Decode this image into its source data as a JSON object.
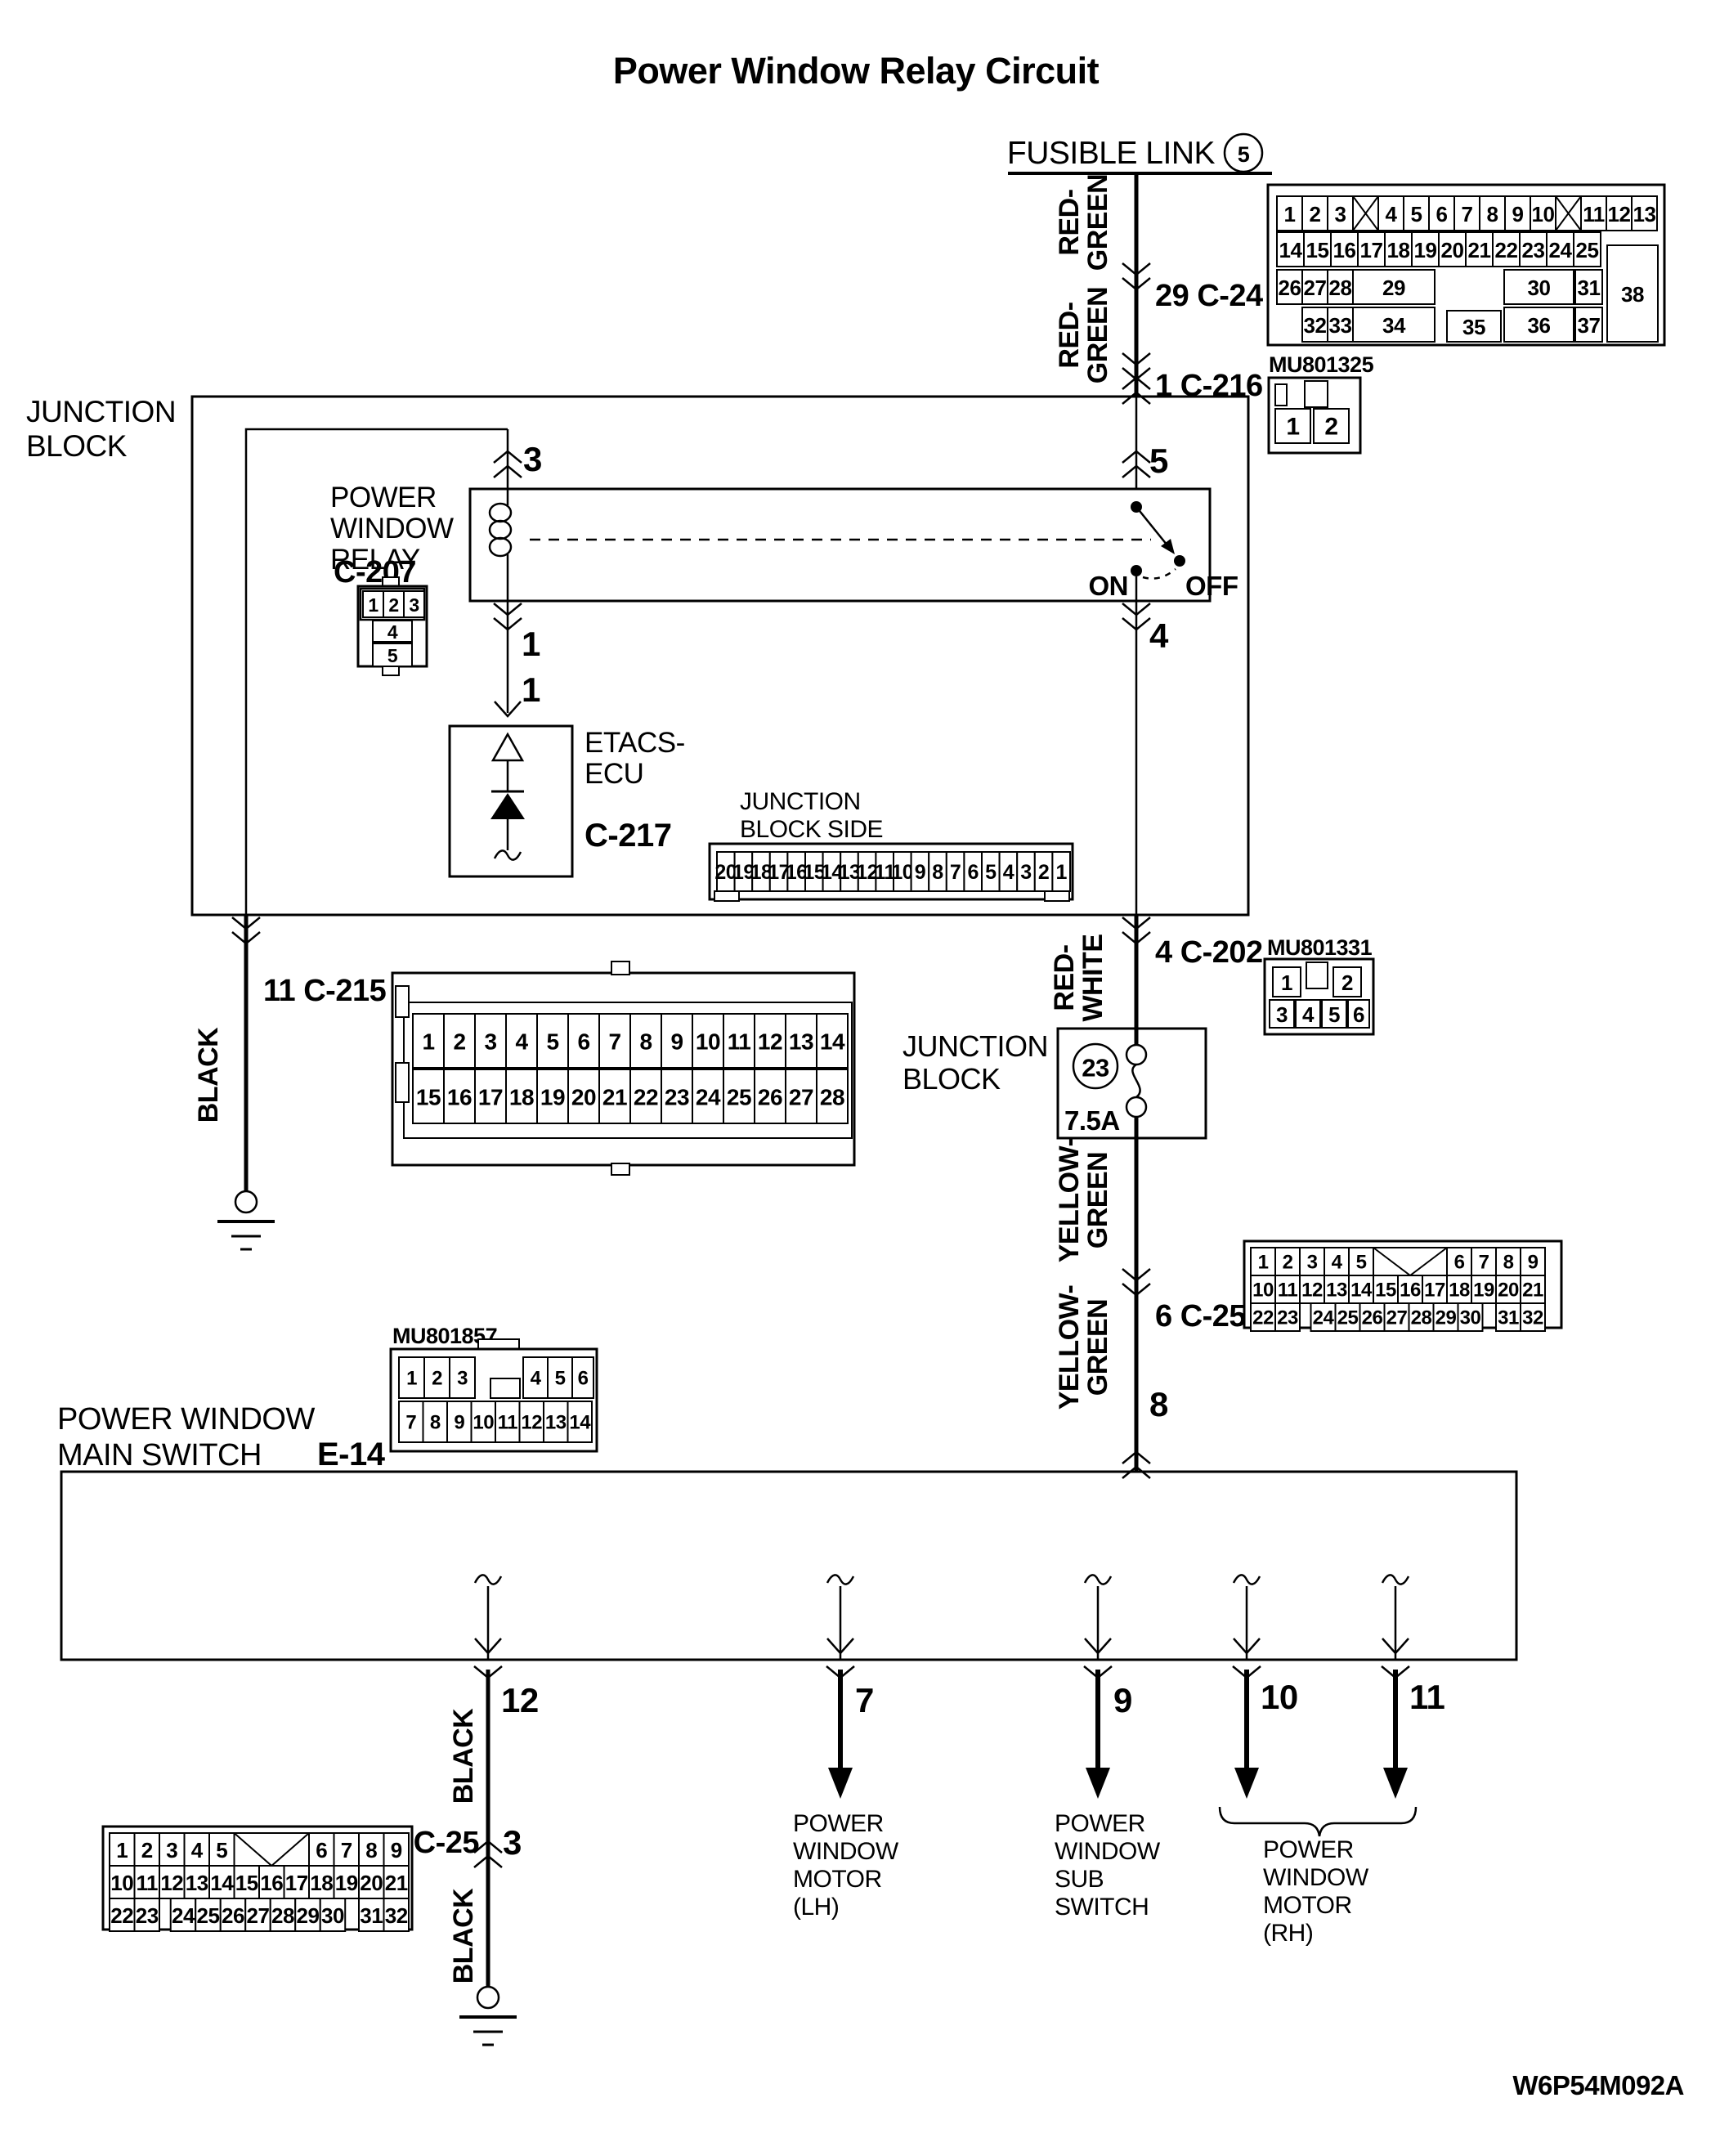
{
  "title": "Power Window Relay Circuit",
  "drawing_code": "W6P54M092A",
  "fusible_link": {
    "label": "FUSIBLE LINK",
    "number": "5"
  },
  "wire_labels": {
    "red_green_1a": "RED-",
    "red_green_1b": "GREEN",
    "red_green_2a": "RED-",
    "red_green_2b": "GREEN",
    "red_white_a": "RED-",
    "red_white_b": "WHITE",
    "yellow_green_1a": "YELLOW-",
    "yellow_green_1b": "GREEN",
    "yellow_green_2a": "YELLOW-",
    "yellow_green_2b": "GREEN",
    "black_left": "BLACK",
    "black_12a": "BLACK",
    "black_12b": "BLACK"
  },
  "refs": {
    "c24": "29 C-24",
    "c216": "1 C-216",
    "c215": "11 C-215",
    "c202": "4 C-202",
    "c25": "6 C-25",
    "c25_ground": "C-25"
  },
  "parts": {
    "c216": "MU801325",
    "c202": "MU801331",
    "e14": "MU801857"
  },
  "pins": {
    "relay_coil_top": "3",
    "relay_switch_top": "5",
    "relay_coil_bottom": "1",
    "ecu_input": "1",
    "relay_switch_bottom": "4",
    "main_switch_input": "8",
    "out_12": "12",
    "out_7": "7",
    "out_9": "9",
    "out_10": "10",
    "out_11": "11",
    "ground_3": "3"
  },
  "blocks": {
    "junction_upper_1": "JUNCTION",
    "junction_upper_2": "BLOCK",
    "junction_lower_1": "JUNCTION",
    "junction_lower_2": "BLOCK",
    "jb_side_1": "JUNCTION",
    "jb_side_2": "BLOCK SIDE"
  },
  "relay": {
    "name_1": "POWER",
    "name_2": "WINDOW",
    "name_3": "RELAY",
    "connector": "C-207",
    "on": "ON",
    "off": "OFF"
  },
  "ecu": {
    "name_1": "ETACS-",
    "name_2": "ECU",
    "connector": "C-217"
  },
  "fuse": {
    "number": "23",
    "rating": "7.5A"
  },
  "main_switch": {
    "name_1": "POWER WINDOW",
    "name_2": "MAIN SWITCH",
    "connector": "E-14"
  },
  "loads": {
    "motor_lh_1": "POWER",
    "motor_lh_2": "WINDOW",
    "motor_lh_3": "MOTOR",
    "motor_lh_4": "(LH)",
    "sub_switch_1": "POWER",
    "sub_switch_2": "WINDOW",
    "sub_switch_3": "SUB",
    "sub_switch_4": "SWITCH",
    "motor_rh_1": "POWER",
    "motor_rh_2": "WINDOW",
    "motor_rh_3": "MOTOR",
    "motor_rh_4": "(RH)"
  },
  "grids": {
    "c24": [
      "1",
      "2",
      "3",
      "4",
      "5",
      "6",
      "7",
      "8",
      "9",
      "10",
      "11",
      "12",
      "13",
      "14",
      "15",
      "16",
      "17",
      "18",
      "19",
      "20",
      "21",
      "22",
      "23",
      "24",
      "25",
      "26",
      "27",
      "28",
      "29",
      "30",
      "31",
      "32",
      "33",
      "34",
      "35",
      "36",
      "37",
      "38"
    ],
    "c216": [
      "1",
      "2"
    ],
    "c207": [
      "1",
      "2",
      "3",
      "4",
      "5"
    ],
    "c217": [
      "20",
      "19",
      "18",
      "17",
      "16",
      "15",
      "14",
      "13",
      "12",
      "11",
      "10",
      "9",
      "8",
      "7",
      "6",
      "5",
      "4",
      "3",
      "2",
      "1"
    ],
    "c215": [
      "1",
      "2",
      "3",
      "4",
      "5",
      "6",
      "7",
      "8",
      "9",
      "10",
      "11",
      "12",
      "13",
      "14",
      "15",
      "16",
      "17",
      "18",
      "19",
      "20",
      "21",
      "22",
      "23",
      "24",
      "25",
      "26",
      "27",
      "28"
    ],
    "c202": [
      "1",
      "2",
      "3",
      "4",
      "5",
      "6"
    ],
    "c25": [
      "1",
      "2",
      "3",
      "4",
      "5",
      "6",
      "7",
      "8",
      "9",
      "10",
      "11",
      "12",
      "13",
      "14",
      "15",
      "16",
      "17",
      "18",
      "19",
      "20",
      "21",
      "22",
      "23",
      "24",
      "25",
      "26",
      "27",
      "28",
      "29",
      "30",
      "31",
      "32"
    ],
    "e14": [
      "1",
      "2",
      "3",
      "4",
      "5",
      "6",
      "7",
      "8",
      "9",
      "10",
      "11",
      "12",
      "13",
      "14"
    ]
  }
}
